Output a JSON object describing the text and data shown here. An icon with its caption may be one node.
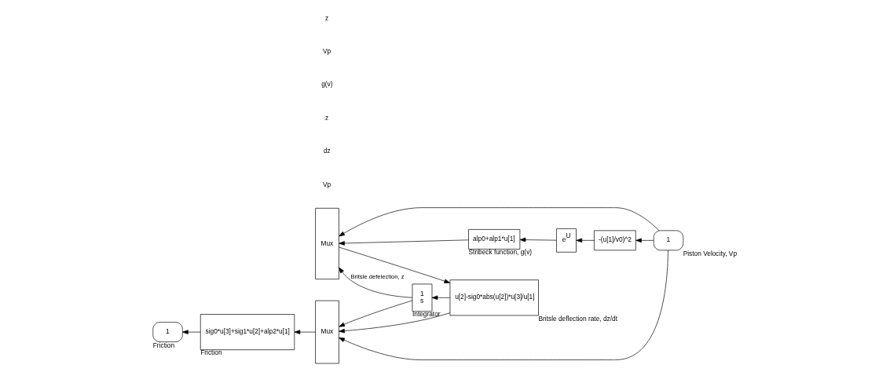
{
  "diagram": {
    "nodes": [
      {
        "text": [
          "1"
        ],
        "beside": [
          "Friction"
        ]
      },
      {
        "text": [
          "sig0*u[3]+sig1*u[2]+alp2*u[1]"
        ],
        "beside": [
          "Friction"
        ]
      },
      {
        "text": [
          "Mux"
        ]
      },
      {
        "text": [
          "alp0+alp1*u[1]"
        ],
        "beside": [
          "Stribeck function, g(v)"
        ]
      },
      {
        "text": [
          "e$^{U}$"
        ]
      },
      {
        "text": [
          "-(u[1]/v0)^2"
        ]
      },
      {
        "text": [
          "1"
        ],
        "beside": [
          "Piston Velocity, Vp"
        ]
      },
      {
        "text": [
          "Mux"
        ]
      },
      {
        "text": [
          "u[2]-sig0*abs(u[2])*u[3]/u[1]"
        ],
        "beside": [
          "Britsle deflection rate, dz/dt"
        ]
      },
      {
        "text": [
          "1",
          "s"
        ],
        "beside": [
          "Integrator"
        ]
      }
    ],
    "edges": [
      {
        "from": 1,
        "to": 0,
        "arrow": "to"
      },
      {
        "from": 2,
        "to": 1,
        "arrow": "to"
      },
      {
        "from": 6,
        "to": 2,
        "arrow": "to"
      },
      {
        "from": 8,
        "to": 2,
        "arrow": "to"
      },
      {
        "from": 9,
        "to": 2,
        "arrow": "to"
      },
      {
        "from": 4,
        "to": 3,
        "arrow": "to"
      },
      {
        "from": 5,
        "to": 4,
        "arrow": "to"
      },
      {
        "from": 6,
        "to": 5,
        "arrow": "to"
      },
      {
        "from": 3,
        "to": 7,
        "arrow": "to"
      },
      {
        "from": 6,
        "to": 7,
        "arrow": "to"
      },
      {
        "from": 9,
        "to": 7,
        "label": "Britsle defelection, z",
        "arrow": "to"
      },
      {
        "from": 7,
        "to": 8,
        "arrow": "to"
      },
      {
        "from": 8,
        "to": 9,
        "arrow": "to"
      }
    ],
    "labels": [
      "Vp",
      "dz",
      "z",
      "g(v)",
      "Vp",
      "z"
    ]
  }
}
